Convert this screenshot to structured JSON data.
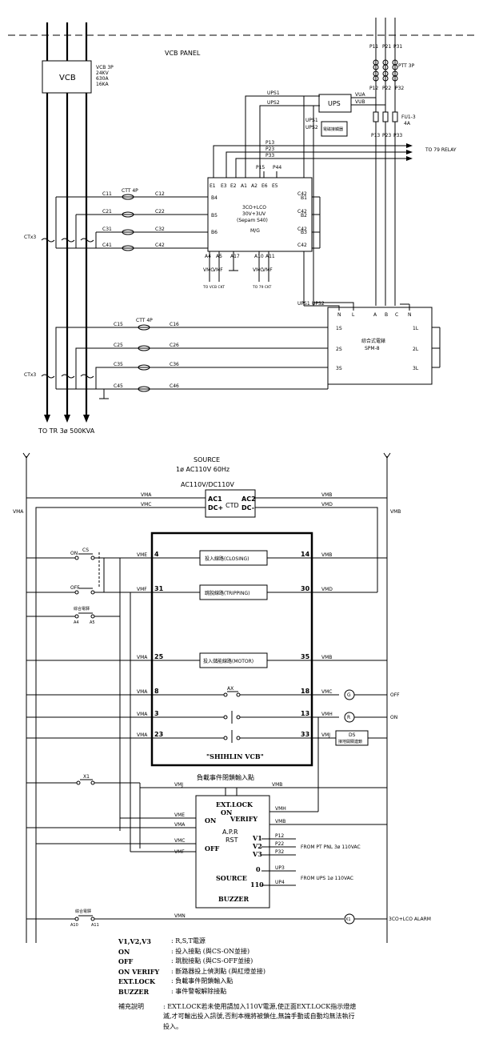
{
  "top": {
    "panel_title": "VCB PANEL",
    "vcb_label": "VCB",
    "vcb_spec": [
      "VCB 3P",
      "24KV",
      "630A",
      "16KA"
    ],
    "ptt": "PTT 3P",
    "pt_top": [
      "P11",
      "P21",
      "P31"
    ],
    "pt_bot": [
      "P12",
      "P22",
      "P32"
    ],
    "fuse": [
      "FU1-3",
      "4A"
    ],
    "pt_out": [
      "P13",
      "P23",
      "P33"
    ],
    "ups_box": "UPS",
    "ups_lines": [
      "UPS1",
      "UPS2"
    ],
    "ups_out": [
      "VUA",
      "VUB"
    ],
    "ups_small": [
      "UPS1",
      "UPS2"
    ],
    "ups_small_box": "電磁接觸器",
    "to79": "TO 79 RELAY",
    "relay_lines": [
      "P13",
      "P23",
      "P33"
    ],
    "p15": "P15",
    "p44": "P44",
    "relay_top_terms": [
      "E1",
      "E3",
      "E2",
      "A1",
      "A2",
      "E6",
      "E5"
    ],
    "relay_title": [
      "3CO+LCO",
      "30V+3UV",
      "(Sepam S40)",
      "M/G"
    ],
    "relay_left": [
      "B4",
      "B5",
      "B6"
    ],
    "relay_right": [
      "B1",
      "B2",
      "B3"
    ],
    "relay_bot": [
      "A4",
      "A5",
      "A17",
      "A10",
      "A11"
    ],
    "relay_bot2": [
      "VMC",
      "VMF",
      "VMC",
      "VMF"
    ],
    "relay_bot3": [
      "TO VCB CKT",
      "TO 79 CKT"
    ],
    "ct_wires_l": [
      "C11",
      "C21",
      "C31",
      "C41"
    ],
    "ct_wires_r": [
      "C12",
      "C22",
      "C32",
      "C42"
    ],
    "ctt1": "CTT 4P",
    "ctx1": "CTx3",
    "c42s": [
      "C42",
      "C42",
      "C42",
      "C42"
    ],
    "meter_terms_top": [
      "UPS1",
      "UPS2",
      "N",
      "L",
      "A",
      "B",
      "C",
      "N"
    ],
    "meter_title": [
      "綜合式電錶",
      "SPM-8"
    ],
    "meter_left": [
      "1S",
      "2S",
      "3S"
    ],
    "meter_right": [
      "1L",
      "2L",
      "3L"
    ],
    "ct2_l": [
      "C15",
      "C25",
      "C35",
      "C45"
    ],
    "ct2_r": [
      "C16",
      "C26",
      "C36",
      "C46"
    ],
    "ctt2": "CTT 4P",
    "ctx2": "CTx3",
    "to_tr": "TO TR 3ø 500KVA"
  },
  "bottom": {
    "source": [
      "SOURCE",
      "1ø AC110V 60Hz"
    ],
    "ctd_head": "AC110V/DC110V",
    "ctd": [
      "AC1",
      "DC+",
      "CTD",
      "AC2",
      "DC-"
    ],
    "vma_l": "VMA",
    "vmb_r": "VMB",
    "vma": "VMA",
    "vmc": "VMC",
    "vmb": "VMB",
    "vmd": "VMD",
    "cs_on": "ON",
    "cs": "CS",
    "cs_off": "OFF",
    "ext_lock_small": "綜合電驛",
    "ext_a": [
      "A4",
      "A5"
    ],
    "rows": [
      {
        "left": "VME",
        "ln": "4",
        "txt": "投入線路(CLOSING)",
        "rn": "14",
        "right": "VMB"
      },
      {
        "left": "VMF",
        "ln": "31",
        "txt": "跳脫線路(TRIPPING)",
        "rn": "30",
        "right": "VMD"
      },
      {
        "left": "VMA",
        "ln": "25",
        "txt": "投入儲能線路(MOTOR)",
        "rn": "35",
        "right": "VMB"
      },
      {
        "left": "VMA",
        "ln": "8",
        "txt": "AX",
        "rn": "18",
        "right": "VMC"
      },
      {
        "left": "VMA",
        "ln": "3",
        "txt": "",
        "rn": "13",
        "right": "VMH"
      },
      {
        "left": "VMA",
        "ln": "23",
        "txt": "",
        "rn": "33",
        "right": "VMJ"
      }
    ],
    "lamp_g": "G",
    "lamp_r": "R",
    "off_lbl": "OFF",
    "on_lbl": "ON",
    "ds_box": [
      "DS",
      "接地開關連鎖"
    ],
    "vcb_name": "\"SHIHLIN VCB\"",
    "x1": "X1",
    "load_title": "負載事件閉鎖輸入點",
    "vmj": "VMJ",
    "vmb2": "VMB",
    "apr": {
      "ext": "EXT.LOCK",
      "on": "ON",
      "verify": "VERIFY",
      "onl": "ON",
      "offl": "OFF",
      "center": [
        "A.P.R",
        "RST"
      ],
      "v": [
        "V1",
        "V2",
        "V3"
      ],
      "source": "SOURCE",
      "s0": "0",
      "s110": "110",
      "buzzer": "BUZZER"
    },
    "apr_left": [
      "VME",
      "VMA",
      "VMC",
      "VMF"
    ],
    "apr_right": [
      "VMH",
      "VMB"
    ],
    "pt_lines": [
      "P12",
      "P22",
      "P32"
    ],
    "from_pt": "FROM PT PNL 3ø 110VAC",
    "ups_lines": [
      "UP3",
      "UP4"
    ],
    "from_ups": "FROM UPS 1ø 110VAC",
    "alarm_relay": "綜合電驛",
    "alarm_a": [
      "A10",
      "A11"
    ],
    "vmn": "VMN",
    "x1b": "X1",
    "alarm": "3CO+LCO ALARM"
  },
  "notes": {
    "items": [
      {
        "k": "V1,V2,V3",
        "v": ": R,S,T電源"
      },
      {
        "k": "ON",
        "v": ": 投入接點 (與CS-ON並接)"
      },
      {
        "k": "OFF",
        "v": ": 跳脫接點 (與CS-OFF並接)"
      },
      {
        "k": "ON VERIFY",
        "v": ": 斷路器投上偵測點 (與紅燈並接)"
      },
      {
        "k": "EXT.LOCK",
        "v": ": 負載事件閉鎖輸入點"
      },
      {
        "k": "BUZZER",
        "v": ": 事件警報解除接點"
      }
    ],
    "supp_k": "補充說明",
    "supp_v": ": EXT.LOCK若未使用請加入110V電源,使正面EXT.LOCK指示燈熄滅,才可輸出投入訊號,否則本機將被鎖住,無論手動或自動均無法執行投入。"
  }
}
